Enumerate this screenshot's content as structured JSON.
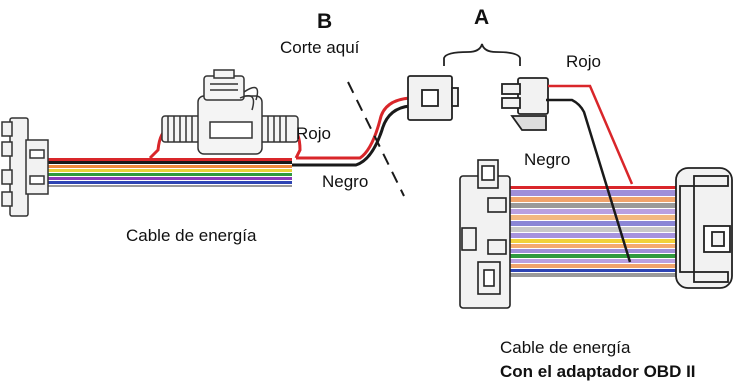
{
  "labels": {
    "b_marker": "B",
    "a_marker": "A",
    "cut_here": "Corte aquí",
    "red_left": "Rojo",
    "black_left": "Negro",
    "red_right": "Rojo",
    "black_right": "Negro",
    "power_cable_left": "Cable de energía",
    "power_cable_right": "Cable de energía",
    "obd_adapter": "Con el adaptador OBD II"
  },
  "colors": {
    "red_wire": "#d9262a",
    "black_wire": "#1a1a1a",
    "green_wire": "#2f9a3e",
    "yellow_wire": "#f1d23a",
    "blue_wire": "#2d43b3",
    "connector_gray": "#3a3a3a",
    "connector_light": "#f2f2f2"
  }
}
